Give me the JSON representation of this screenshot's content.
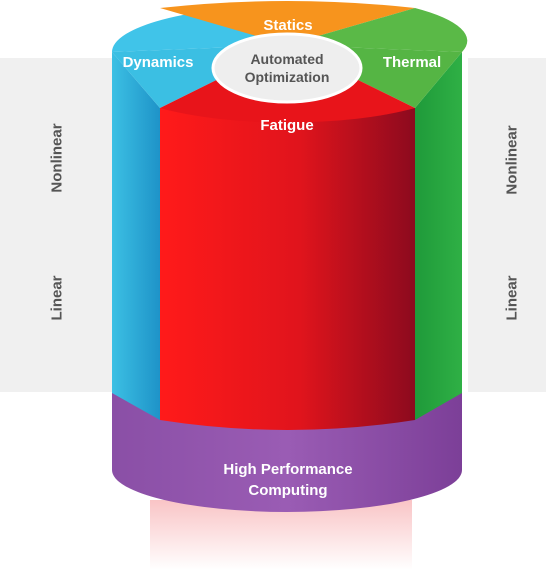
{
  "segments": {
    "statics": "Statics",
    "dynamics": "Dynamics",
    "thermal": "Thermal",
    "fatigue": "Fatigue"
  },
  "center": {
    "line1": "Automated",
    "line2": "Optimization"
  },
  "base": {
    "line1": "High Performance",
    "line2": "Computing"
  },
  "side_labels": {
    "left_top": "Nonlinear",
    "left_bottom": "Linear",
    "right_top": "Nonlinear",
    "right_bottom": "Linear"
  },
  "colors": {
    "statics": "#f7941d",
    "dynamics": "#41c5e8",
    "thermal": "#5ab947",
    "fatigue": "#e8141a",
    "base": "#8e4fa8",
    "center": "#eeeeee"
  }
}
